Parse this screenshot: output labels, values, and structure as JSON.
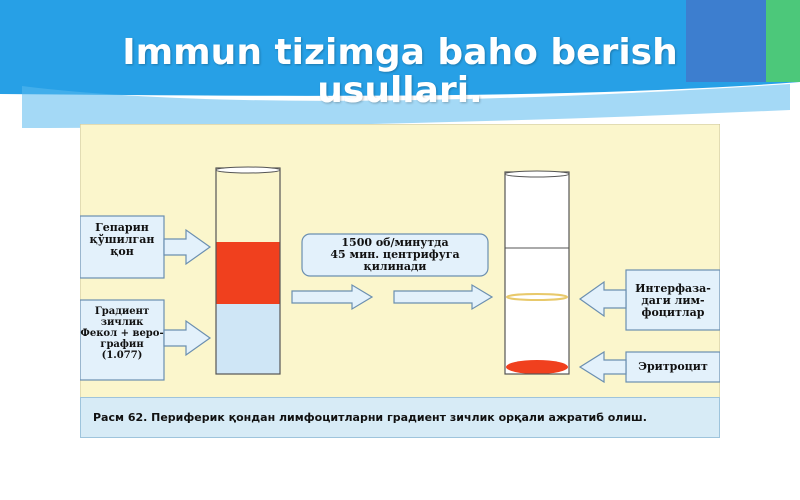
{
  "slide": {
    "title_line1": "Immun tizimga baho berish",
    "title_line2": "usullari."
  },
  "figure": {
    "label_heparin_blood": [
      "Гепарин",
      "қўшилган",
      "қон"
    ],
    "label_gradient": [
      "Градиент",
      "зичлик",
      "Фекол + веро-",
      "графин",
      "(1.077)"
    ],
    "label_centrifuge": [
      "1500 об/минутда",
      "45 мин. центрифуга",
      "қилинади"
    ],
    "label_interphase": [
      "Интерфаза-",
      "даги лим-",
      "фоцитлар"
    ],
    "label_erythrocyte": "Эритроцит",
    "caption": "Расм 62. Периферик қондан лимфоцитларни градиент зичлик орқали ажратиб олиш."
  },
  "colors": {
    "banner_blue": "#27a0e6",
    "accent_blue": "#3d7ecf",
    "accent_green": "#4cc87a",
    "figure_bg": "#fbf6cc",
    "blood_red": "#f0401e",
    "medium_blue": "#cfe6f6",
    "arrow_fill": "#e3f1fb",
    "arrow_stroke": "#6b8fb0"
  }
}
